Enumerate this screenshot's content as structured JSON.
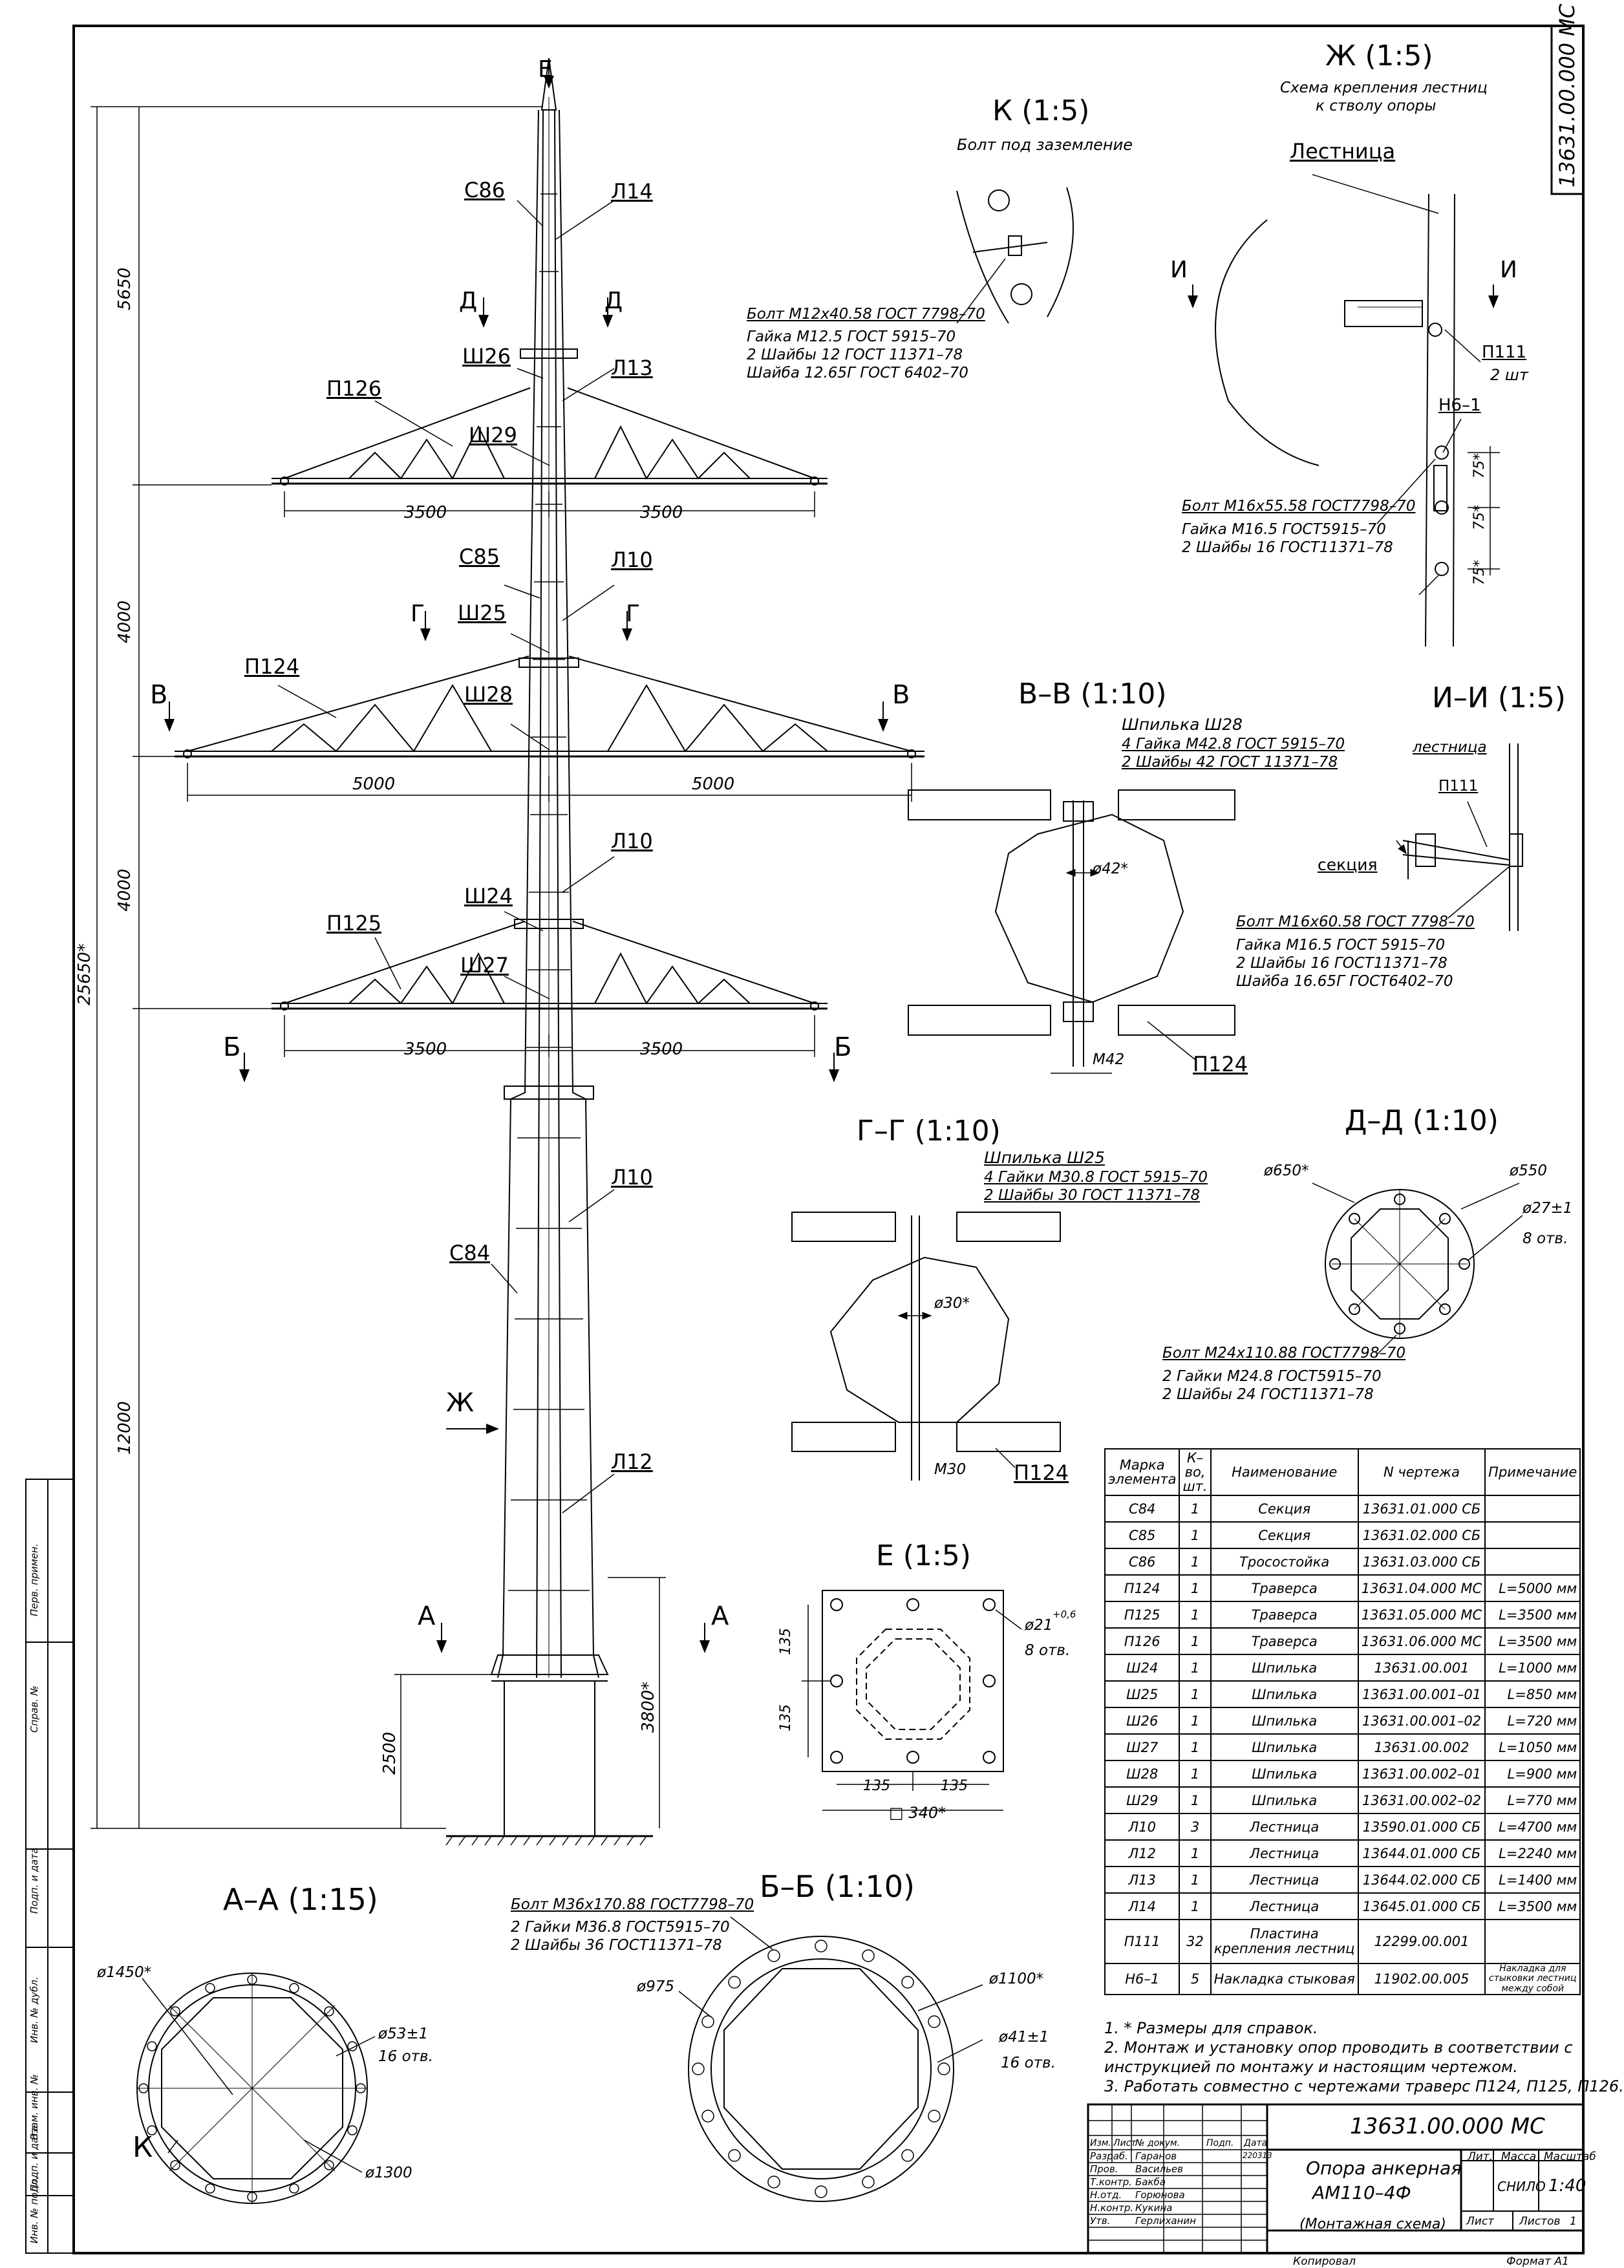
{
  "doc_code": "13631.00.000 МС",
  "side_stamp": [
    "Перв. примен.",
    "Справ. №",
    "Подп. и дата",
    "Инв. № дубл.",
    "Взам. инв. №",
    "Подп. и дата",
    "Инв. № подл."
  ],
  "elevation": {
    "labels": {
      "E_top": "Е",
      "S86": "С86",
      "L14": "Л14",
      "D_left": "Д",
      "D_right": "Д",
      "Sh26": "Ш26",
      "L13": "Л13",
      "P126": "П126",
      "Sh29": "Ш29",
      "S85": "С85",
      "L10a": "Л10",
      "G_left": "Г",
      "G_right": "Г",
      "Sh25": "Ш25",
      "V_left": "В",
      "V_right": "В",
      "P124": "П124",
      "Sh28": "Ш28",
      "L10b": "Л10",
      "Sh24": "Ш24",
      "P125": "П125",
      "Sh27": "Ш27",
      "B_left": "Б",
      "B_right": "Б",
      "L10c": "Л10",
      "S84": "С84",
      "Zh": "Ж",
      "L12": "Л12",
      "A_left": "А",
      "A_right": "А"
    },
    "dims": {
      "d5650": "5650",
      "d4000a": "4000",
      "d4000b": "4000",
      "d12000": "12000",
      "d25650": "25650*",
      "d2500": "2500",
      "d3800": "3800*",
      "top_l": "3500",
      "top_r": "3500",
      "mid_l": "5000",
      "mid_r": "5000",
      "low_l": "3500",
      "low_r": "3500"
    }
  },
  "view_k": {
    "title": "К (1:5)",
    "subtitle": "Болт под заземление",
    "notes": [
      "Болт М12х40.58 ГОСТ 7798–70",
      "Гайка М12.5 ГОСТ 5915–70",
      "2 Шайбы 12 ГОСТ 11371–78",
      "Шайба 12.65Г ГОСТ 6402–70"
    ]
  },
  "view_zh": {
    "title": "Ж (1:5)",
    "subtitle1": "Схема крепления лестниц",
    "subtitle2": "к стволу опоры",
    "ladder": "Лестница",
    "I_left": "И",
    "I_right": "И",
    "p111": "П111",
    "qty": "2 шт",
    "n61": "Н6–1",
    "d75a": "75*",
    "d75b": "75*",
    "d75c": "75*",
    "notes": [
      "Болт М16х55.58 ГОСТ7798–70",
      "Гайка М16.5 ГОСТ5915–70",
      "2 Шайбы 16 ГОСТ11371–78"
    ]
  },
  "view_vv": {
    "title": "В–В (1:10)",
    "stud": "Шпилька Ш28",
    "notes": [
      "4 Гайка М42.8 ГОСТ 5915–70",
      "2 Шайбы 42 ГОСТ 11371–78"
    ],
    "dia": "ø42*",
    "m42": "М42",
    "p124": "П124"
  },
  "view_ii": {
    "title": "И–И (1:5)",
    "ladder": "лестница",
    "p111": "П111",
    "section": "секция",
    "notes": [
      "Болт М16х60.58 ГОСТ 7798–70",
      "Гайка М16.5 ГОСТ 5915–70",
      "2 Шайбы 16 ГОСТ11371–78",
      "Шайба 16.65Г ГОСТ6402–70"
    ]
  },
  "view_gg": {
    "title": "Г–Г (1:10)",
    "stud": "Шпилька Ш25",
    "notes": [
      "4 Гайки М30.8 ГОСТ 5915–70",
      "2 Шайбы 30 ГОСТ 11371–78"
    ],
    "dia": "ø30*",
    "m30": "М30",
    "p124": "П124"
  },
  "view_dd": {
    "title": "Д–Д (1:10)",
    "d650": "ø650*",
    "d550": "ø550",
    "d27": "ø27±1",
    "holes": "8 отв.",
    "notes": [
      "Болт М24х110.88 ГОСТ7798–70",
      "2 Гайки М24.8 ГОСТ5915–70",
      "2 Шайбы 24 ГОСТ11371–78"
    ]
  },
  "view_e": {
    "title": "Е (1:5)",
    "d21": "ø21",
    "tol": "+0,6",
    "holes": "8 отв.",
    "v135a": "135",
    "v135b": "135",
    "h135a": "135",
    "h135b": "135",
    "sq": "□ 340*"
  },
  "view_aa": {
    "title": "А–А (1:15)",
    "d1450": "ø1450*",
    "d53": "ø53±1",
    "holes": "16 отв.",
    "d1300": "ø1300",
    "k": "К"
  },
  "view_bb": {
    "title": "Б–Б (1:10)",
    "d975": "ø975",
    "d1100": "ø1100*",
    "d41": "ø41±1",
    "holes": "16 отв.",
    "notes": [
      "Болт М36х170.88 ГОСТ7798–70",
      "2 Гайки М36.8 ГОСТ5915–70",
      "2 Шайбы 36 ГОСТ11371–78"
    ]
  },
  "spec_table": {
    "headers": [
      "Марка элемента",
      "К–во, шт.",
      "Наименование",
      "N чертежа",
      "Примечание"
    ],
    "rows": [
      [
        "С84",
        "1",
        "Секция",
        "13631.01.000 СБ",
        ""
      ],
      [
        "С85",
        "1",
        "Секция",
        "13631.02.000 СБ",
        ""
      ],
      [
        "С86",
        "1",
        "Тросостойка",
        "13631.03.000 СБ",
        ""
      ],
      [
        "П124",
        "1",
        "Траверса",
        "13631.04.000 МС",
        "L=5000 мм"
      ],
      [
        "П125",
        "1",
        "Траверса",
        "13631.05.000 МС",
        "L=3500 мм"
      ],
      [
        "П126",
        "1",
        "Траверса",
        "13631.06.000 МС",
        "L=3500 мм"
      ],
      [
        "Ш24",
        "1",
        "Шпилька",
        "13631.00.001",
        "L=1000 мм"
      ],
      [
        "Ш25",
        "1",
        "Шпилька",
        "13631.00.001–01",
        "L=850 мм"
      ],
      [
        "Ш26",
        "1",
        "Шпилька",
        "13631.00.001–02",
        "L=720 мм"
      ],
      [
        "Ш27",
        "1",
        "Шпилька",
        "13631.00.002",
        "L=1050 мм"
      ],
      [
        "Ш28",
        "1",
        "Шпилька",
        "13631.00.002–01",
        "L=900 мм"
      ],
      [
        "Ш29",
        "1",
        "Шпилька",
        "13631.00.002–02",
        "L=770 мм"
      ],
      [
        "Л10",
        "3",
        "Лестница",
        "13590.01.000 СБ",
        "L=4700 мм"
      ],
      [
        "Л12",
        "1",
        "Лестница",
        "13644.01.000 СБ",
        "L=2240 мм"
      ],
      [
        "Л13",
        "1",
        "Лестница",
        "13644.02.000 СБ",
        "L=1400 мм"
      ],
      [
        "Л14",
        "1",
        "Лестница",
        "13645.01.000 СБ",
        "L=3500 мм"
      ],
      [
        "П111",
        "32",
        "Пластина крепления лестниц",
        "12299.00.001",
        ""
      ],
      [
        "Н6–1",
        "5",
        "Накладка стыковая",
        "11902.00.005",
        "Накладка для стыковки лестниц между собой"
      ]
    ]
  },
  "notes": [
    "1. * Размеры для справок.",
    "2. Монтаж и установку опор проводить в соответствии с",
    "инструкцией по монтажу и настоящим чертежом.",
    "3. Работать совместно с чертежами траверс П124, П125, П126."
  ],
  "title_block": {
    "code": "13631.00.000 МС",
    "name1": "Опора анкерная",
    "name2": "АМ110–4Ф",
    "name3": "(Монтажная схема)",
    "lit": "Лит.",
    "mass": "Масса",
    "scale": "Масштаб",
    "mass_val": "СНИЛО",
    "scale_val": "1:40",
    "sheet": "Лист",
    "sheets": "Листов",
    "sheets_val": "1",
    "hdr": [
      "Изм.",
      "Лист",
      "№ докум.",
      "Подп.",
      "Дата"
    ],
    "roles": [
      [
        "Разраб.",
        "Гаранов",
        "",
        "220313"
      ],
      [
        "Пров.",
        "Васильев",
        "",
        ""
      ],
      [
        "Т.контр.",
        "Бакба",
        "",
        ""
      ],
      [
        "Н.отд.",
        "Горюнова",
        "",
        ""
      ],
      [
        "Н.контр.",
        "Кукина",
        "",
        ""
      ],
      [
        "Утв.",
        "Герлиханин",
        "",
        ""
      ]
    ],
    "copied": "Копировал",
    "format": "Формат  А1"
  }
}
